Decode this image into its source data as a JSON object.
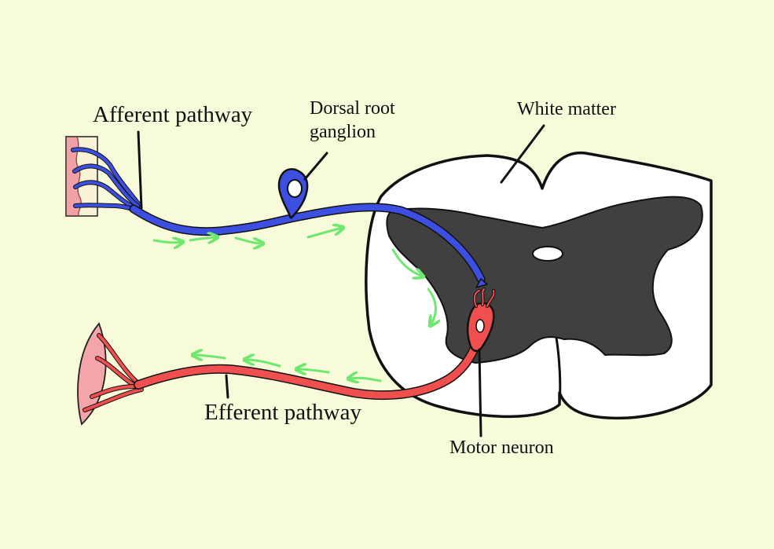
{
  "labels": {
    "afferent": "Afferent pathway",
    "dorsal_root_line1": "Dorsal root",
    "dorsal_root_line2": "ganglion",
    "white_matter": "White matter",
    "efferent": "Efferent pathway",
    "motor_neuron": "Motor neuron"
  },
  "colors": {
    "background": "#f7fbd9",
    "afferent_neuron": "#3d4fe0",
    "efferent_neuron": "#ef4f4f",
    "gray_matter": "#404040",
    "white_matter": "#ffffff",
    "signal_arrows": "#6fe86f",
    "skin": "#f3a0a6",
    "muscle": "#f4a5aa"
  },
  "icons": [
    "skin-receptor-icon",
    "muscle-effector-icon",
    "spinal-cord-cross-section-icon"
  ]
}
